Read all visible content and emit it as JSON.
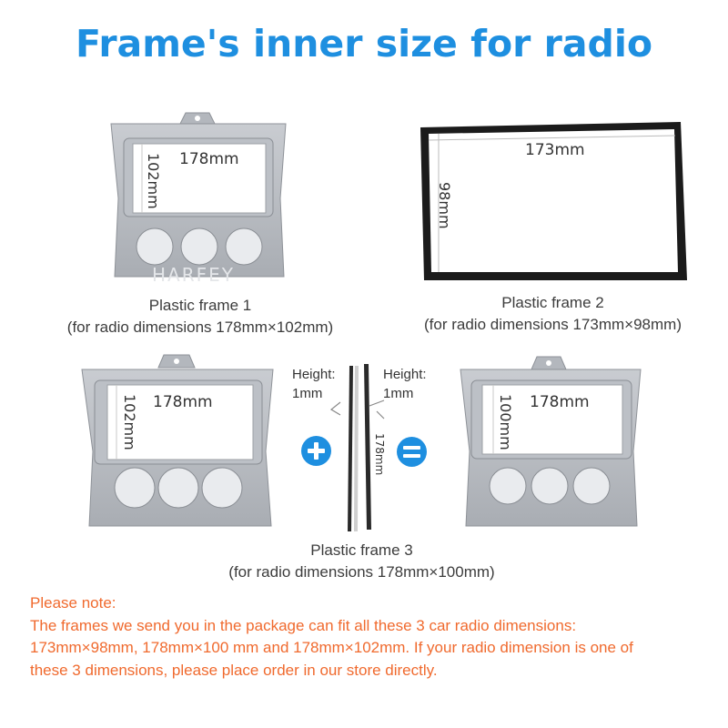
{
  "title": "Frame's inner size for radio",
  "frame1": {
    "label": "Plastic frame 1",
    "desc": "(for radio dimensions 178mm×102mm)",
    "width": "178mm",
    "height": "102mm",
    "watermark": "HARFEY"
  },
  "frame2": {
    "label": "Plastic frame 2",
    "desc": "(for radio dimensions 173mm×98mm)",
    "width": "173mm",
    "height": "98mm"
  },
  "frame3": {
    "label": "Plastic frame 3",
    "desc": "(for radio dimensions 178mm×100mm)",
    "left_width": "178mm",
    "left_height": "102mm",
    "right_width": "178mm",
    "right_height": "100mm",
    "strip_height_label": "Height:",
    "strip_height_value": "1mm",
    "strip_length": "178mm"
  },
  "note": {
    "heading": "Please note:",
    "line1": "The frames we send you in the package can fit all these 3 car radio dimensions:",
    "line2": "173mm×98mm,  178mm×100 mm and  178mm×102mm. If your radio dimension is one of",
    "line3": "these 3 dimensions, please place order in our store directly."
  },
  "colors": {
    "title": "#1e8fe0",
    "note": "#f06a2e",
    "frame": "#b8bcc2",
    "icon": "#1e8fe0"
  },
  "icons": {
    "plus": "plus-icon",
    "equals": "equals-icon"
  }
}
